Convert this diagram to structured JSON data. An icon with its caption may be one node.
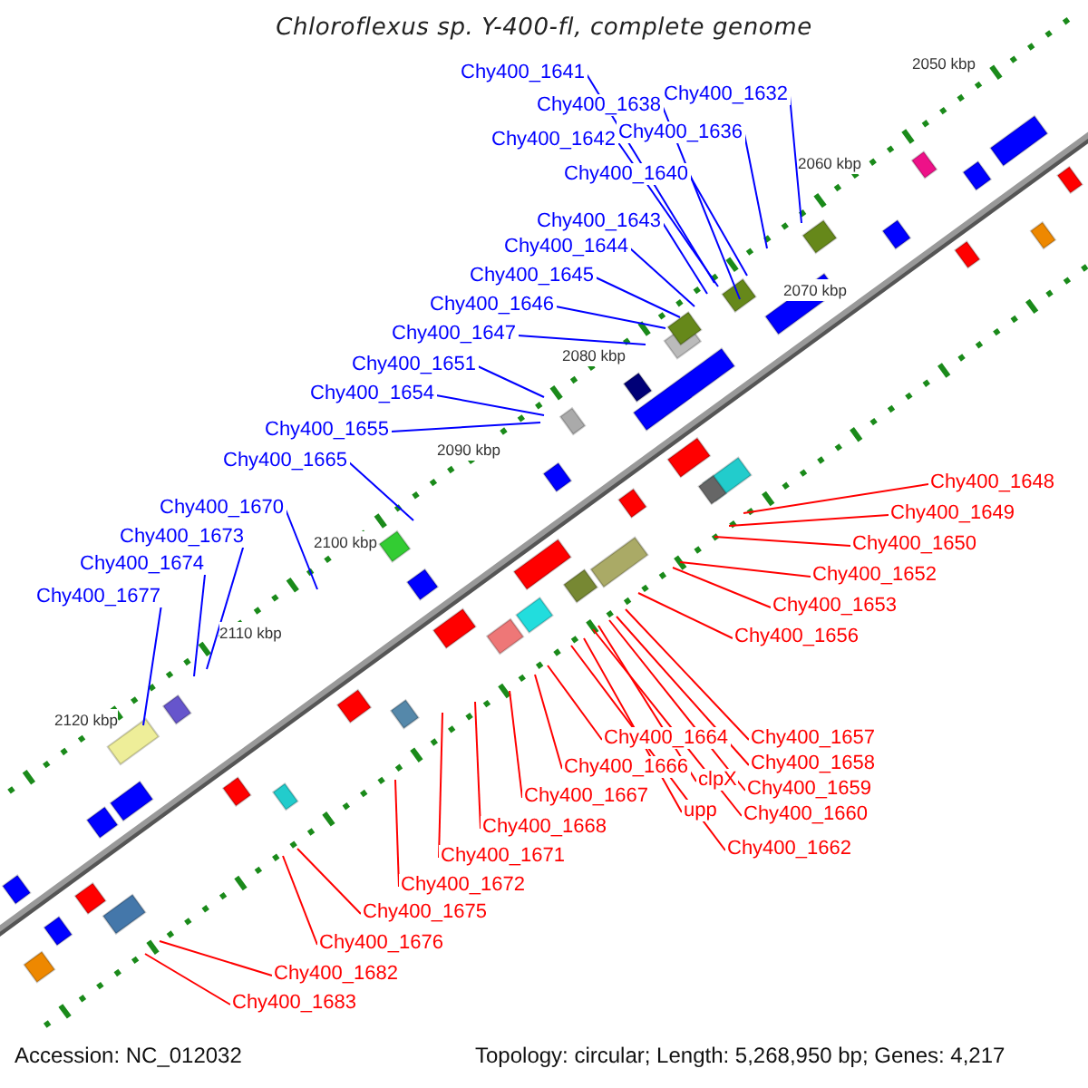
{
  "diagram": {
    "title": "Chloroflexus sp. Y-400-fl, complete genome",
    "nodes": [
      {
        "text": [
          "Chy400_1641"
        ]
      },
      {
        "text": [
          "Chy400_1632"
        ]
      },
      {
        "text": [
          "Chy400_1638"
        ]
      },
      {
        "text": [
          "Chy400_1636"
        ]
      },
      {
        "text": [
          "Chy400_1642"
        ]
      },
      {
        "text": [
          "Chy400_1640"
        ]
      },
      {
        "text": [
          "Chy400_1643"
        ]
      },
      {
        "text": [
          "Chy400_1644"
        ]
      },
      {
        "text": [
          "Chy400_1645"
        ]
      },
      {
        "text": [
          "Chy400_1646"
        ]
      },
      {
        "text": [
          "Chy400_1647"
        ]
      },
      {
        "text": [
          "Chy400_1651"
        ]
      },
      {
        "text": [
          "Chy400_1654"
        ]
      },
      {
        "text": [
          "Chy400_1655"
        ]
      },
      {
        "text": [
          "Chy400_1665"
        ]
      },
      {
        "text": [
          "Chy400_1648"
        ]
      },
      {
        "text": [
          "Chy400_1670"
        ]
      },
      {
        "text": [
          "Chy400_1649"
        ]
      },
      {
        "text": [
          "Chy400_1673"
        ]
      },
      {
        "text": [
          "Chy400_1650"
        ]
      },
      {
        "text": [
          "Chy400_1674"
        ]
      },
      {
        "text": [
          "Chy400_1652"
        ]
      },
      {
        "text": [
          "Chy400_1677"
        ]
      },
      {
        "text": [
          "Chy400_1653"
        ]
      },
      {
        "text": [
          "Chy400_1656"
        ]
      },
      {
        "text": [
          "Chy400_1664"
        ]
      },
      {
        "text": [
          "Chy400_1657"
        ]
      },
      {
        "text": [
          "Chy400_1658"
        ]
      },
      {
        "text": [
          "Chy400_1666"
        ]
      },
      {
        "text": [
          "clpX"
        ]
      },
      {
        "text": [
          "Chy400_1659"
        ]
      },
      {
        "text": [
          "Chy400_1667"
        ]
      },
      {
        "text": [
          "upp"
        ]
      },
      {
        "text": [
          "Chy400_1660"
        ]
      },
      {
        "text": [
          "Chy400_1668"
        ]
      },
      {
        "text": [
          "Chy400_1662"
        ]
      },
      {
        "text": [
          "Chy400_1671"
        ]
      },
      {
        "text": [
          "Chy400_1672"
        ]
      },
      {
        "text": [
          "Chy400_1675"
        ]
      },
      {
        "text": [
          "Chy400_1676"
        ]
      },
      {
        "text": [
          "Chy400_1682"
        ]
      },
      {
        "text": [
          "Chy400_1683"
        ]
      }
    ],
    "edges": [
      {
        "from": 0,
        "to": null,
        "arrow": "none",
        "color": "#0000ff"
      },
      {
        "from": 1,
        "to": null,
        "arrow": "none",
        "color": "#0000ff"
      },
      {
        "from": 2,
        "to": null,
        "arrow": "none",
        "color": "#0000ff"
      },
      {
        "from": 3,
        "to": null,
        "arrow": "none",
        "color": "#0000ff"
      },
      {
        "from": 4,
        "to": null,
        "arrow": "none",
        "color": "#0000ff"
      },
      {
        "from": 5,
        "to": null,
        "arrow": "none",
        "color": "#0000ff"
      },
      {
        "from": 6,
        "to": null,
        "arrow": "none",
        "color": "#0000ff"
      },
      {
        "from": 7,
        "to": null,
        "arrow": "none",
        "color": "#0000ff"
      },
      {
        "from": 8,
        "to": null,
        "arrow": "none",
        "color": "#0000ff"
      },
      {
        "from": 9,
        "to": null,
        "arrow": "none",
        "color": "#0000ff"
      },
      {
        "from": 10,
        "to": null,
        "arrow": "none",
        "color": "#0000ff"
      },
      {
        "from": 11,
        "to": null,
        "arrow": "none",
        "color": "#0000ff"
      },
      {
        "from": 12,
        "to": null,
        "arrow": "none",
        "color": "#0000ff"
      },
      {
        "from": 13,
        "to": null,
        "arrow": "none",
        "color": "#0000ff"
      },
      {
        "from": 14,
        "to": null,
        "arrow": "none",
        "color": "#0000ff"
      },
      {
        "from": 15,
        "to": null,
        "arrow": "none"
      },
      {
        "from": 16,
        "to": null,
        "arrow": "none",
        "color": "#0000ff"
      },
      {
        "from": 17,
        "to": null,
        "arrow": "none"
      },
      {
        "from": 18,
        "to": null,
        "arrow": "none",
        "color": "#0000ff"
      },
      {
        "from": 19,
        "to": null,
        "arrow": "none"
      },
      {
        "from": 20,
        "to": null,
        "arrow": "none",
        "color": "#0000ff"
      },
      {
        "from": 21,
        "to": null,
        "arrow": "none"
      },
      {
        "from": 22,
        "to": null,
        "arrow": "none",
        "color": "#0000ff"
      },
      {
        "from": 23,
        "to": null,
        "arrow": "none"
      },
      {
        "from": 24,
        "to": null,
        "arrow": "none"
      },
      {
        "from": 25,
        "to": null,
        "arrow": "none"
      },
      {
        "from": 26,
        "to": null,
        "arrow": "none"
      },
      {
        "from": 27,
        "to": null,
        "arrow": "none"
      },
      {
        "from": 28,
        "to": null,
        "arrow": "none"
      },
      {
        "from": 29,
        "to": null,
        "arrow": "none"
      },
      {
        "from": 30,
        "to": null,
        "arrow": "none"
      },
      {
        "from": 31,
        "to": null,
        "arrow": "none"
      },
      {
        "from": 32,
        "to": null,
        "arrow": "none"
      },
      {
        "from": 33,
        "to": null,
        "arrow": "none"
      },
      {
        "from": 34,
        "to": null,
        "arrow": "none"
      },
      {
        "from": 35,
        "to": null,
        "arrow": "none"
      },
      {
        "from": 36,
        "to": null,
        "arrow": "none"
      },
      {
        "from": 37,
        "to": null,
        "arrow": "none"
      },
      {
        "from": 38,
        "to": null,
        "arrow": "none"
      },
      {
        "from": 39,
        "to": null,
        "arrow": "none"
      },
      {
        "from": 40,
        "to": null,
        "arrow": "none"
      },
      {
        "from": 41,
        "to": null,
        "arrow": "none"
      }
    ],
    "labels": [
      "2050 kbp",
      "2060 kbp",
      "2070 kbp",
      "2080 kbp",
      "2090 kbp",
      "2100 kbp",
      "2110 kbp",
      "2120 kbp",
      "Accession: NC_012032",
      "Topology: circular; Length: 5,268,950 bp; Genes: 4,217"
    ]
  }
}
